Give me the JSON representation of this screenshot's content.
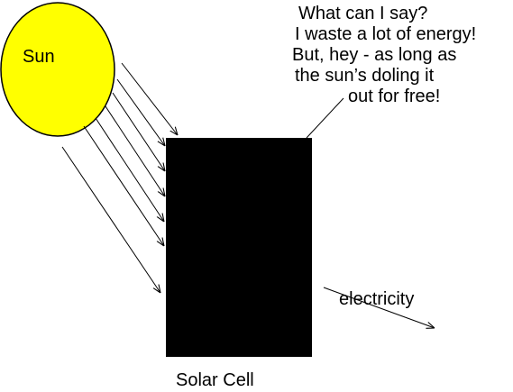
{
  "sun": {
    "label": "Sun",
    "fill_color": "#ffff00",
    "outline_color": "#000000"
  },
  "solar_cell": {
    "label": "Solar Cell",
    "fill_color": "#000000"
  },
  "speech": {
    "lines": [
      "What can I say?",
      "I waste a lot of energy!",
      "But, hey - as long as",
      "the sun’s doling it",
      "out for free!"
    ]
  },
  "output": {
    "label": "electricity"
  }
}
